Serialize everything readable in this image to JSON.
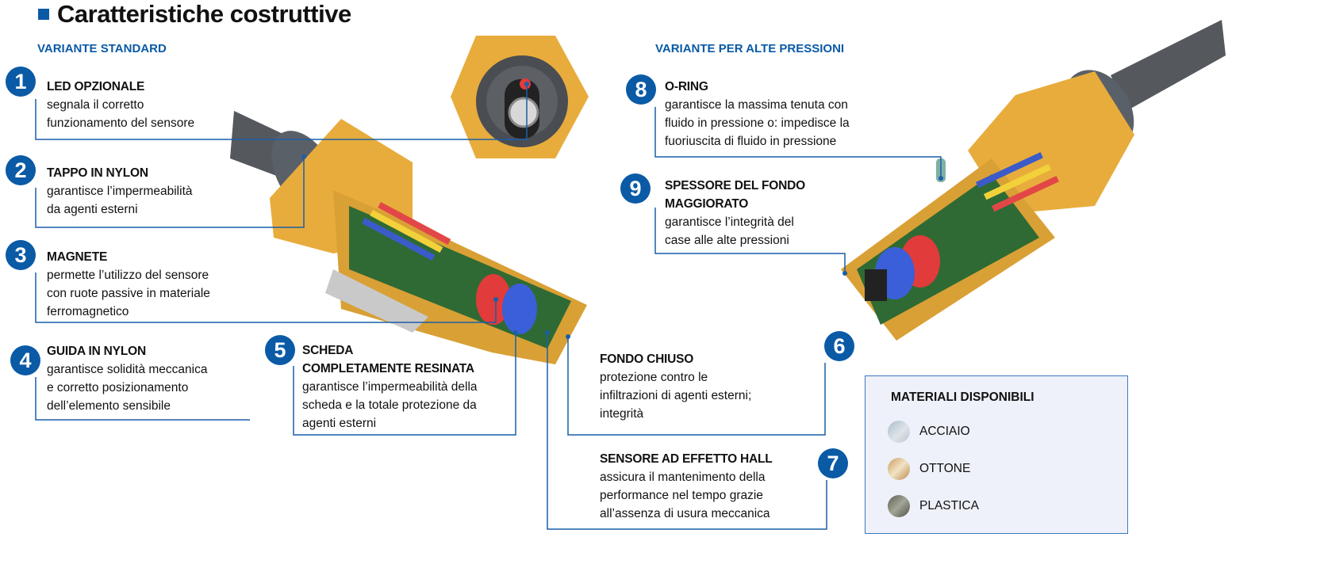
{
  "title": "Caratteristiche costruttive",
  "variants": {
    "standard": "VARIANTE STANDARD",
    "high_pressure": "VARIANTE PER ALTE PRESSIONI"
  },
  "items": [
    {
      "num": "1",
      "heading": "LED OPZIONALE",
      "lines": [
        "segnala il corretto",
        "funzionamento del sensore"
      ]
    },
    {
      "num": "2",
      "heading": "TAPPO IN NYLON",
      "lines": [
        "garantisce l’impermeabilità",
        "da agenti esterni"
      ]
    },
    {
      "num": "3",
      "heading": "MAGNETE",
      "lines": [
        "permette l’utilizzo del sensore",
        "con ruote passive in materiale",
        "ferromagnetico"
      ]
    },
    {
      "num": "4",
      "heading": "GUIDA IN NYLON",
      "lines": [
        "garantisce solidità meccanica",
        "e corretto posizionamento",
        "dell’elemento sensibile"
      ]
    },
    {
      "num": "5",
      "heading": "SCHEDA",
      "heading2": "COMPLETAMENTE RESINATA",
      "lines": [
        "garantisce l’impermeabilità della",
        "scheda e la totale protezione da",
        "agenti esterni"
      ]
    },
    {
      "num": "6",
      "heading": "FONDO CHIUSO",
      "lines": [
        "protezione contro le",
        "infiltrazioni di agenti esterni;",
        "integrità"
      ]
    },
    {
      "num": "7",
      "heading": "SENSORE AD EFFETTO HALL",
      "lines": [
        "assicura il mantenimento della",
        "performance nel tempo grazie",
        "all’assenza di usura meccanica"
      ]
    },
    {
      "num": "8",
      "heading": "O-RING",
      "lines": [
        "garantisce la massima tenuta con",
        "fluido in pressione o: impedisce la",
        "fuoriuscita di fluido in pressione"
      ]
    },
    {
      "num": "9",
      "heading": "SPESSORE DEL FONDO",
      "heading2": "MAGGIORATO",
      "lines": [
        "garantisce l’integrità del",
        "case alle alte pressioni"
      ]
    }
  ],
  "materials": {
    "title": "MATERIALI DISPONIBILI",
    "items": [
      {
        "label": "ACCIAIO"
      },
      {
        "label": "OTTONE"
      },
      {
        "label": "PLASTICA"
      }
    ]
  },
  "colors": {
    "accent": "#0a5aa6",
    "housing": "#e8ac3c"
  }
}
